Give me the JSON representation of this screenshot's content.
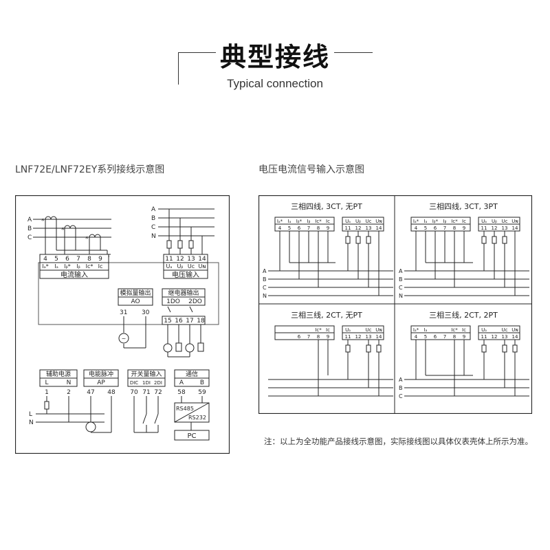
{
  "header": {
    "title_cn": "典型接线",
    "title_en": "Typical connection"
  },
  "left": {
    "title": "LNF72E/LNF72EY系列接线示意图",
    "phase_lines": [
      "A",
      "B",
      "C"
    ],
    "phase_lines_v": [
      "A",
      "B",
      "C",
      "N"
    ],
    "current": {
      "terminals": [
        "4",
        "5",
        "6",
        "7",
        "8",
        "9"
      ],
      "symbols": [
        "Iₐ*",
        "Iₐ",
        "Iᵦ*",
        "Iᵦ",
        "Iᴄ*",
        "Iᴄ"
      ],
      "label": "电流输入"
    },
    "voltage": {
      "terminals": [
        "11",
        "12",
        "13",
        "14"
      ],
      "symbols": [
        "Uₐ",
        "Uᵦ",
        "Uᴄ",
        "Uɴ"
      ],
      "label": "电压输入"
    },
    "analog": {
      "label": "模拟量输出",
      "code": "AO",
      "terminals": [
        "31",
        "30"
      ]
    },
    "relay": {
      "label": "继电器输出",
      "codes": [
        "1DO",
        "2DO"
      ],
      "terminals": [
        "15",
        "16",
        "17",
        "18"
      ]
    },
    "aux_power": {
      "label": "辅助电源",
      "codes": [
        "L",
        "N"
      ],
      "terminals": [
        "1",
        "2"
      ]
    },
    "pulse": {
      "label": "电能脉冲",
      "code": "AP",
      "terminals": [
        "47",
        "48"
      ]
    },
    "switch": {
      "label": "开关量输入",
      "codes": [
        "DIC",
        "1DI",
        "2DI"
      ],
      "terminals": [
        "70",
        "71",
        "72"
      ]
    },
    "comm": {
      "label": "通信",
      "codes": [
        "A",
        "B"
      ],
      "terminals": [
        "58",
        "59"
      ],
      "rs485": "RS485",
      "rs232": "RS232",
      "pc": "PC"
    },
    "power_lines": [
      "L",
      "N"
    ]
  },
  "right": {
    "title": "电压电流信号输入示意图",
    "panels": [
      {
        "title": "三相四线, 3CT, 无PT",
        "cur_terms": [
          "4",
          "5",
          "6",
          "7",
          "8",
          "9"
        ],
        "cur_syms": [
          "Iₐ*",
          "Iₐ",
          "Iᵦ*",
          "Iᵦ",
          "Iᴄ*",
          "Iᴄ"
        ],
        "v_terms": [
          "11",
          "12",
          "13",
          "14"
        ],
        "v_syms": [
          "Uₐ",
          "Uᵦ",
          "Uᴄ",
          "Uɴ"
        ],
        "lines": [
          "A",
          "B",
          "C",
          "N"
        ]
      },
      {
        "title": "三相四线, 3CT, 3PT",
        "cur_terms": [
          "4",
          "5",
          "6",
          "7",
          "8",
          "9"
        ],
        "cur_syms": [
          "Iₐ*",
          "Iₐ",
          "Iᵦ*",
          "Iᵦ",
          "Iᴄ*",
          "Iᴄ"
        ],
        "v_terms": [
          "11",
          "12",
          "13",
          "14"
        ],
        "v_syms": [
          "Uₐ",
          "Uᵦ",
          "Uᴄ",
          "Uɴ"
        ],
        "lines": [
          "A",
          "B",
          "C",
          "N"
        ]
      },
      {
        "title": "三相三线, 2CT, 无PT",
        "cur_terms": [
          "6",
          "7",
          "8",
          "9"
        ],
        "cur_syms": [
          "Iᴄ*",
          "Iᴄ"
        ],
        "v_terms": [
          "11",
          "12",
          "13",
          "14"
        ],
        "v_syms": [
          "Uₐ",
          "Uᴄ",
          "Uɴ"
        ],
        "lines": []
      },
      {
        "title": "三相三线, 2CT, 2PT",
        "cur_terms": [
          "4",
          "5",
          "6",
          "7",
          "8",
          "9"
        ],
        "cur_syms": [
          "Iₐ*",
          "Iₐ",
          "Iᴄ*",
          "Iᴄ"
        ],
        "v_terms": [
          "11",
          "12",
          "13",
          "14"
        ],
        "v_syms": [
          "Uₐ",
          "Uᴄ",
          "Uɴ"
        ],
        "lines": [
          "A",
          "B",
          "C"
        ]
      }
    ],
    "note": "注：以上为全功能产品接线示意图，实际接线图以具体仪表壳体上所示为准。"
  }
}
